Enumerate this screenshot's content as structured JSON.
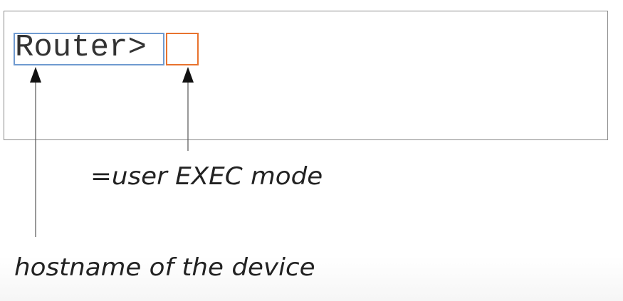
{
  "prompt": {
    "hostname": "Router",
    "mode_symbol": ">"
  },
  "annotations": {
    "mode_label": "=user EXEC mode",
    "hostname_label": "hostname of the device"
  },
  "colors": {
    "hostname_highlight": "#6f9ad0",
    "mode_highlight": "#e8732e",
    "text": "#222222",
    "box_border": "#8a8a8a"
  }
}
